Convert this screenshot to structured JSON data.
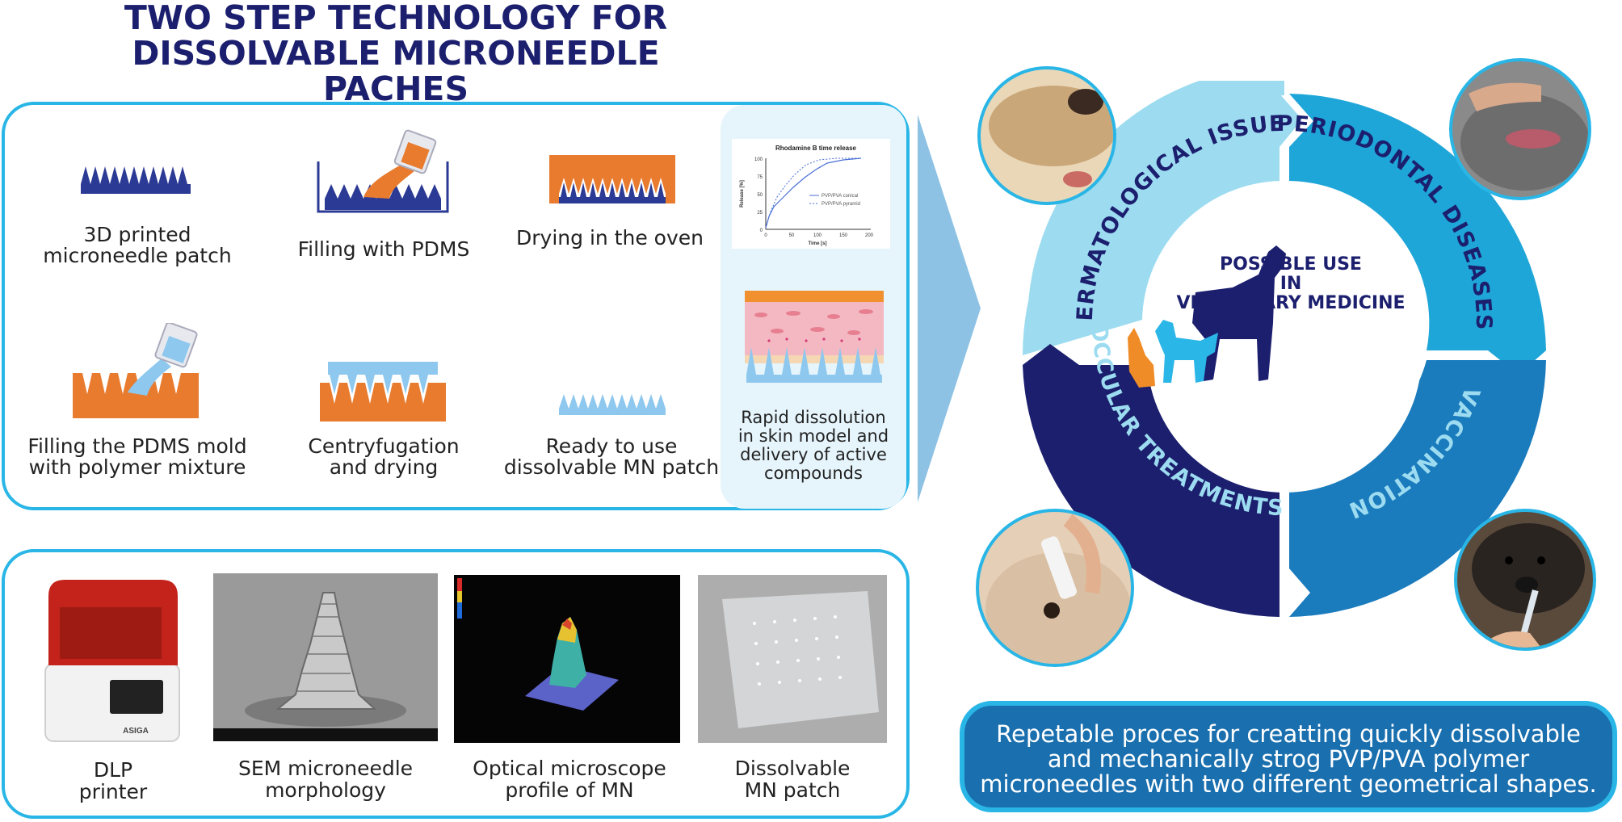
{
  "title": {
    "line1": "TWO STEP TECHNOLOGY FOR",
    "line2": "DISSOLVABLE MICRONEEDLE PACHES"
  },
  "steps": [
    {
      "label1": "3D printed",
      "label2": "microneedle patch"
    },
    {
      "label1": "Filling with PDMS",
      "label2": ""
    },
    {
      "label1": "Drying in the oven",
      "label2": ""
    },
    {
      "label1": "Filling the PDMS mold",
      "label2": "with polymer mixture"
    },
    {
      "label1": "Centryfugation",
      "label2": "and drying"
    },
    {
      "label1": "Ready to use",
      "label2": "dissolvable MN patch"
    }
  ],
  "release_chart": {
    "title": "Rhodamine B time release",
    "ylabel": "Release [%]",
    "xlabel": "Time [s]",
    "yticks": [
      "0",
      "25",
      "50",
      "75",
      "100"
    ],
    "xticks": [
      "0",
      "50",
      "100",
      "150",
      "200"
    ],
    "legend": [
      "PVP/PVA conical",
      "PVP/PVA pyramid"
    ]
  },
  "dissolution": {
    "l1": "Rapid dissolution",
    "l2": "in skin model and",
    "l3": "delivery of active",
    "l4": "compounds"
  },
  "bottom": [
    {
      "l1": "DLP",
      "l2": "printer"
    },
    {
      "l1": "SEM microneedle",
      "l2": "morphology"
    },
    {
      "l1": "Optical microscope",
      "l2": "profile of MN"
    },
    {
      "l1": "Dissolvable",
      "l2": "MN patch"
    }
  ],
  "printer_brand": "ASIGA",
  "circle": {
    "center1": "POSSIBLE USE",
    "center2": "IN",
    "center3": "VETERINARY MEDICINE",
    "segments": [
      "DERMATOLOGICAL ISSUES",
      "PERIODONTAL DISEASES",
      "VACCINATION",
      "OCCULAR TREATMENTS"
    ]
  },
  "summary": {
    "l1": "Repetable proces for creatting quickly dissolvable",
    "l2": "and mechanically strog PVP/PVA polymer",
    "l3": "microneedles with two different geometrical shapes."
  },
  "colors": {
    "navy": "#1b1f6e",
    "cyan": "#29b6e6",
    "orange": "#e87b2e",
    "lightblue": "#8ec8ee"
  }
}
